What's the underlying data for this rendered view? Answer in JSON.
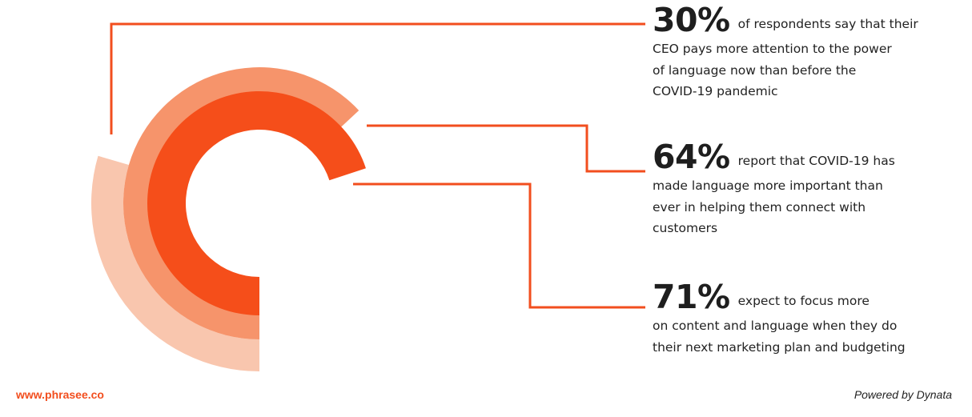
{
  "chart_data": {
    "type": "radial-bar",
    "series": [
      {
        "value": 30,
        "color": "#F9C6AE"
      },
      {
        "value": 64,
        "color": "#F6946B"
      },
      {
        "value": 71,
        "color": "#F54E1A"
      }
    ]
  },
  "stats": [
    {
      "value": "30%",
      "lines": [
        "of respondents say that their",
        "CEO pays more attention to the power",
        "of language now than before the",
        "COVID-19 pandemic"
      ]
    },
    {
      "value": "64%",
      "lines": [
        "report that COVID-19 has",
        "made language more important than",
        "ever in helping them connect with",
        "customers"
      ]
    },
    {
      "value": "71%",
      "lines": [
        "expect to focus more",
        "on content and language when they do",
        "their next marketing plan and budgeting"
      ]
    }
  ],
  "footer": {
    "website": "www.phrasee.co",
    "credit": "Powered by Dynata"
  },
  "colors": {
    "accent": "#F24E1E",
    "ring_light": "#F9C6AE",
    "ring_mid": "#F6946B",
    "ring_dark": "#F54E1A"
  }
}
